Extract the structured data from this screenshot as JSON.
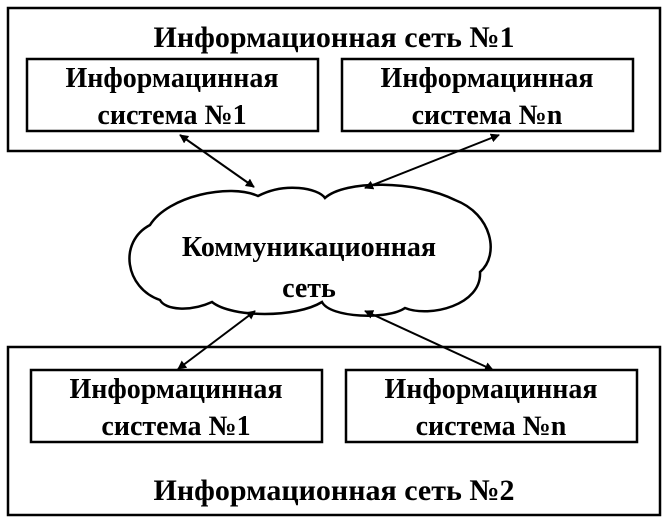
{
  "network1": {
    "title": "Информационная сеть №1",
    "systems": [
      {
        "line1": "Информацинная",
        "line2": "система №1"
      },
      {
        "line1": "Информацинная",
        "line2": "система №n"
      }
    ]
  },
  "cloud": {
    "line1": "Коммуникационная",
    "line2": "сеть"
  },
  "network2": {
    "title": "Информационная сеть №2",
    "systems": [
      {
        "line1": "Информацинная",
        "line2": "система №1"
      },
      {
        "line1": "Информацинная",
        "line2": "система №n"
      }
    ]
  },
  "connections": [
    {
      "from": "network1.systems.0",
      "to": "cloud",
      "arrowheads": "both"
    },
    {
      "from": "network1.systems.1",
      "to": "cloud",
      "arrowheads": "both"
    },
    {
      "from": "network2.systems.0",
      "to": "cloud",
      "arrowheads": "both"
    },
    {
      "from": "network2.systems.1",
      "to": "cloud",
      "arrowheads": "both"
    }
  ],
  "colors": {
    "stroke": "#000000",
    "background": "#ffffff"
  }
}
